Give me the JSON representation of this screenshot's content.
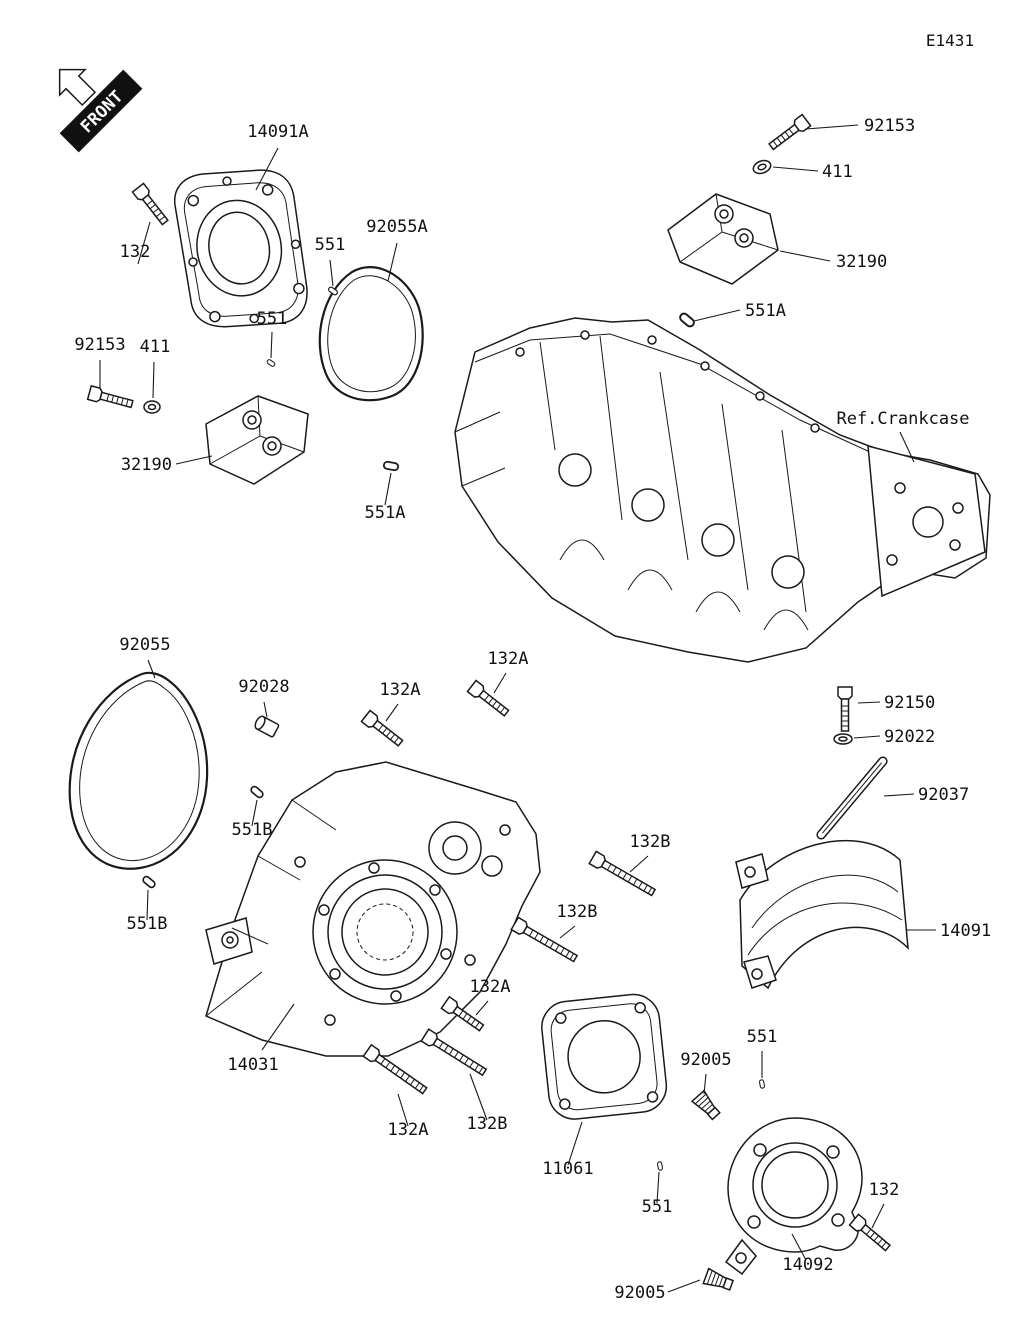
{
  "diagram_code": "E1431",
  "front_label": "FRONT",
  "labels": [
    "14091A",
    "92153",
    "411",
    "32190",
    "551A",
    "92055A",
    "551",
    "132",
    "551",
    "92153",
    "411",
    "32190",
    "551A",
    "Ref.Crankcase",
    "92055",
    "92028",
    "132A",
    "132A",
    "92150",
    "92022",
    "92037",
    "551B",
    "132B",
    "132B",
    "14091",
    "551B",
    "132A",
    "14031",
    "132A",
    "132B",
    "11061",
    "92005",
    "551",
    "551",
    "132",
    "14092",
    "92005"
  ]
}
